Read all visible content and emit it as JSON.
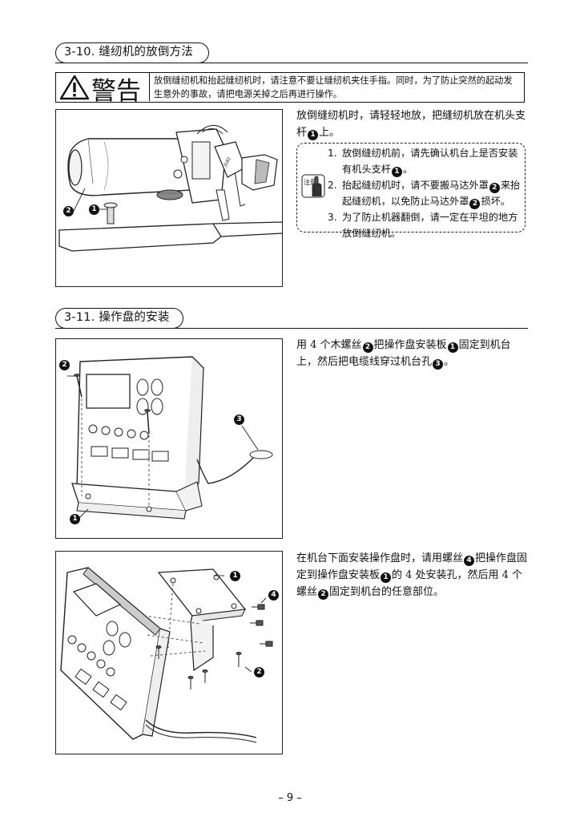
{
  "section1": {
    "title": "3-10. 缝纫机的放倒方法",
    "warning_label": "警告",
    "warning_text": "放倒缝纫机和抬起缝纫机时，请注意不要让缝纫机夹住手指。同时，为了防止突然的起动发生意外的事故，请把电源关掉之后再进行操作。",
    "body": [
      "放倒缝纫机时，请轻轻地放，把缝纫机放在机头支杆",
      "上。"
    ],
    "notes": [
      {
        "num": "1.",
        "parts": [
          "放倒缝纫机前，请先确认机台上是否安装有机头支杆",
          "。"
        ]
      },
      {
        "num": "2.",
        "parts": [
          "抬起缝纫机时，请不要搬马达外罩",
          "来抬起缝纫机，以免防止马达外罩",
          "损坏。"
        ]
      },
      {
        "num": "3.",
        "parts": [
          "为了防止机器翻倒，请一定在平坦的地方放倒缝纫机。"
        ]
      }
    ],
    "note_icon_label": "注意",
    "figure_labels": {
      "one": "❶",
      "two": "❷"
    }
  },
  "section2": {
    "title": "3-11. 操作盘的安装",
    "body1": [
      "用 4 个木螺丝",
      "把操作盘安装板",
      "固定到机台上，然后把电缆线穿过机台孔",
      "。"
    ],
    "body2": [
      "在机台下面安装操作盘时，请用螺丝",
      "把操作盘固定到操作盘安装板",
      "的 4 处安装孔，然后用 4 个螺丝",
      "固定到机台的任意部位。"
    ],
    "figure_labels": {
      "one": "❶",
      "two": "❷",
      "three": "❸",
      "four": "❹"
    }
  },
  "markers": {
    "one": "1",
    "two": "2",
    "three": "3",
    "four": "4"
  },
  "page_number": "– 9 –"
}
